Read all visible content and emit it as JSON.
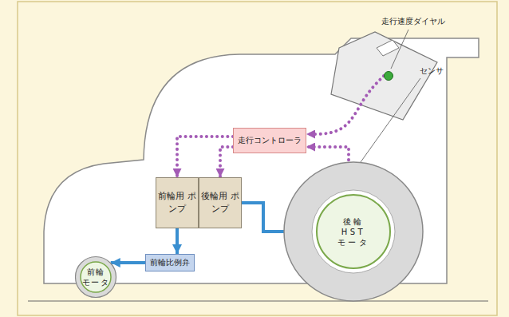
{
  "diagram": {
    "nodes": [
      {
        "text": [
          "走行速度ダイヤル"
        ]
      },
      {
        "text": [
          "走行コントローラ"
        ]
      },
      {
        "text": [
          "前輪用 ポンプ"
        ]
      },
      {
        "text": [
          "後輪用 ポンプ"
        ]
      },
      {
        "text": [
          "後輪 HST モータ"
        ]
      },
      {
        "text": [
          "センサ"
        ],
        "in": 4
      },
      {
        "text": [
          "前輪比例弁"
        ]
      },
      {
        "text": [
          "前輪 モータ"
        ]
      }
    ],
    "edges": [
      {
        "from": 0,
        "to": 1,
        "arrow": "to"
      },
      {
        "from": 5,
        "to": 1,
        "arrow": "to"
      },
      {
        "from": 1,
        "to": 2,
        "arrow": "to"
      },
      {
        "from": 1,
        "to": 3,
        "arrow": "to"
      },
      {
        "from": 3,
        "to": 4,
        "arrow": "to"
      },
      {
        "from": 2,
        "to": 6,
        "arrow": "to"
      },
      {
        "from": 6,
        "to": 7,
        "arrow": "to"
      }
    ]
  }
}
